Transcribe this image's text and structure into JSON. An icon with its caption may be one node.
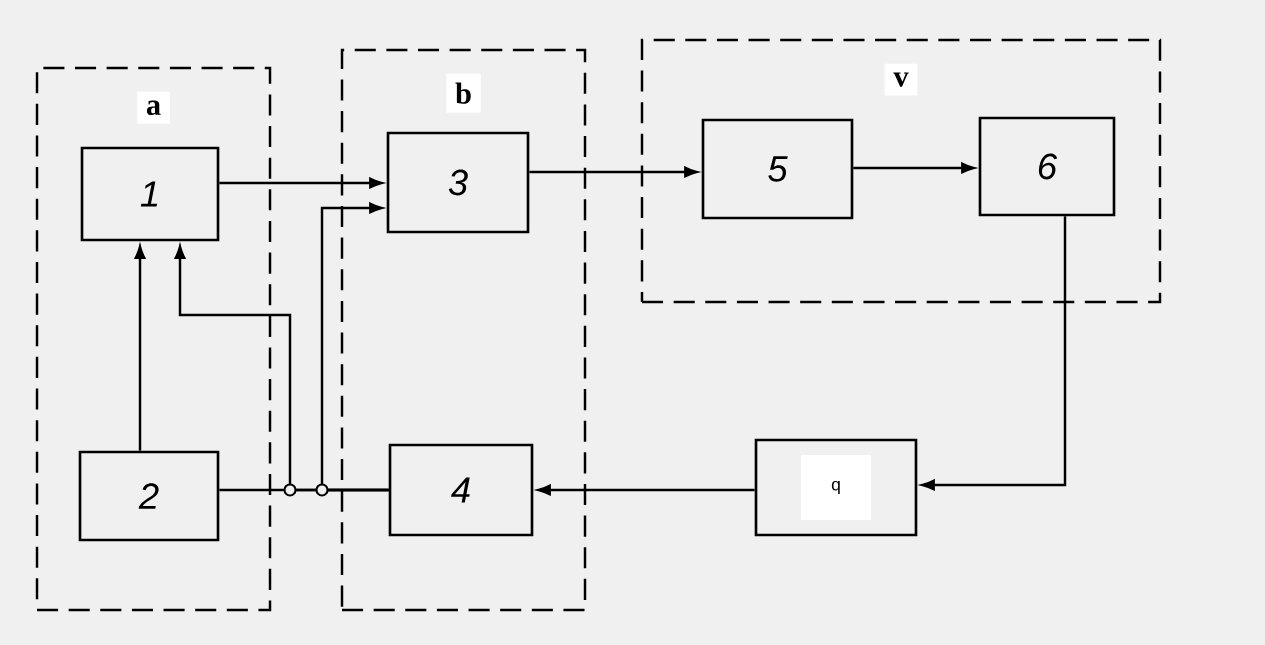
{
  "diagram": {
    "nodes": [
      {
        "text": [
          "a"
        ]
      },
      {
        "text": [
          "1"
        ],
        "in": 0
      },
      {
        "text": [
          "2"
        ],
        "in": 0
      },
      {
        "text": [
          "b"
        ]
      },
      {
        "text": [
          "3"
        ],
        "in": 3
      },
      {
        "text": [
          "4"
        ],
        "in": 3
      },
      {
        "text": [
          "v"
        ]
      },
      {
        "text": [
          "5"
        ],
        "in": 6
      },
      {
        "text": [
          "6"
        ],
        "in": 6
      },
      {
        "text": [
          "q"
        ]
      }
    ],
    "edges": [
      {
        "from": 1,
        "to": 4,
        "arrow": "to"
      },
      {
        "from": 4,
        "to": 7,
        "arrow": "to"
      },
      {
        "from": 7,
        "to": 8,
        "arrow": "to"
      },
      {
        "from": 8,
        "to": 9,
        "arrow": "to"
      },
      {
        "from": 9,
        "to": 5,
        "arrow": "to"
      },
      {
        "from": 2,
        "to": 1,
        "arrow": "to"
      },
      {
        "from": 2,
        "to": 5,
        "arrow": "none"
      },
      {
        "from": 5,
        "to": 1,
        "arrow": "to"
      },
      {
        "from": 5,
        "to": 4,
        "arrow": "to"
      }
    ]
  }
}
